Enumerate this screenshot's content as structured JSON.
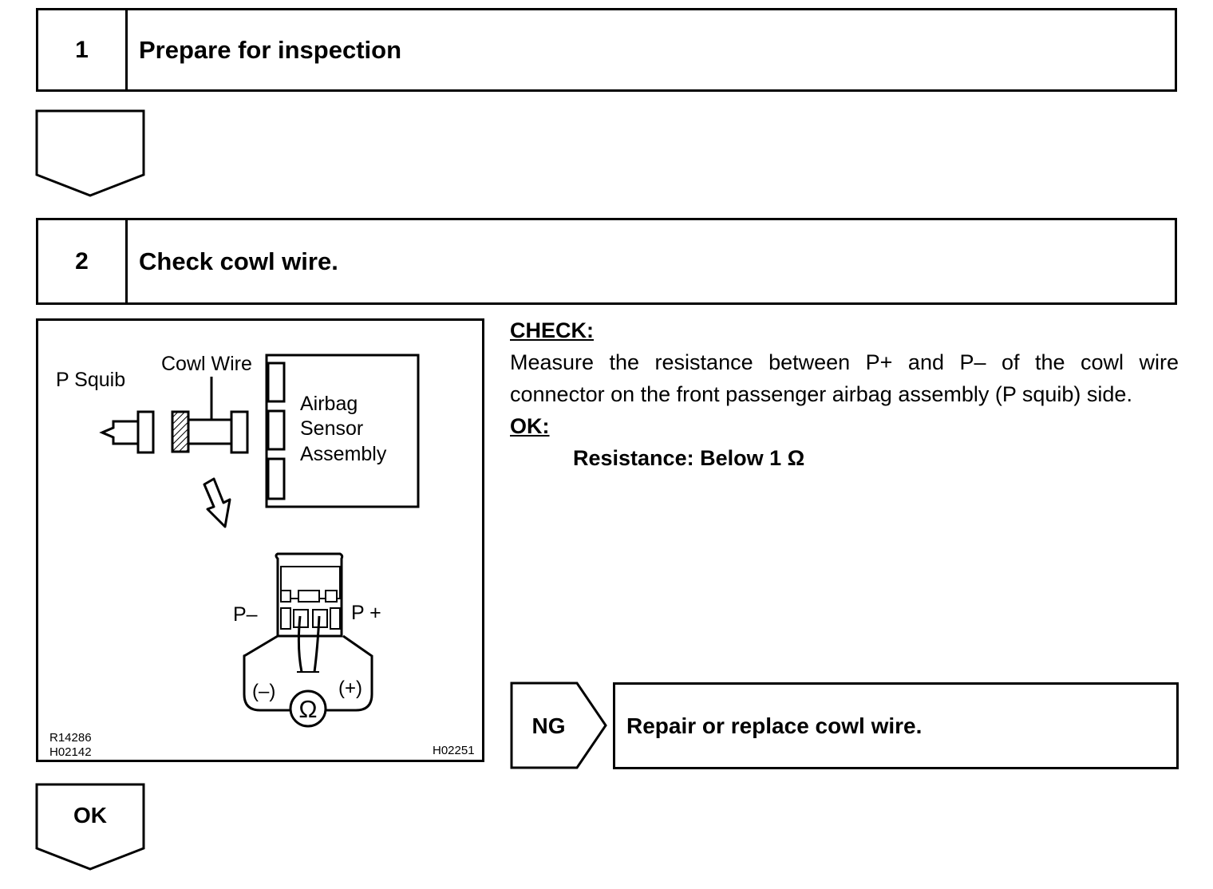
{
  "steps": [
    {
      "number": "1",
      "title": "Prepare for inspection"
    },
    {
      "number": "2",
      "title": "Check cowl wire."
    }
  ],
  "figure": {
    "labels": {
      "p_squib": "P Squib",
      "cowl_wire": "Cowl Wire",
      "sensor_line1": "Airbag",
      "sensor_line2": "Sensor",
      "sensor_line3": "Assembly",
      "p_minus": "P–",
      "p_plus": "P +",
      "meter_minus": "(–)",
      "meter_plus": "(+)",
      "ohm": "Ω"
    },
    "codes": {
      "left_top": "R14286",
      "left_bottom": "H02142",
      "right": "H02251"
    }
  },
  "check": {
    "heading": "CHECK:",
    "body": "Measure the resistance between P+ and P– of the cowl wire connector on the front passenger airbag assembly (P squib) side.",
    "ok_heading": "OK:",
    "spec": "Resistance: Below 1 Ω"
  },
  "ng": {
    "label": "NG",
    "action": "Repair or replace cowl wire."
  },
  "ok": {
    "label": "OK"
  }
}
